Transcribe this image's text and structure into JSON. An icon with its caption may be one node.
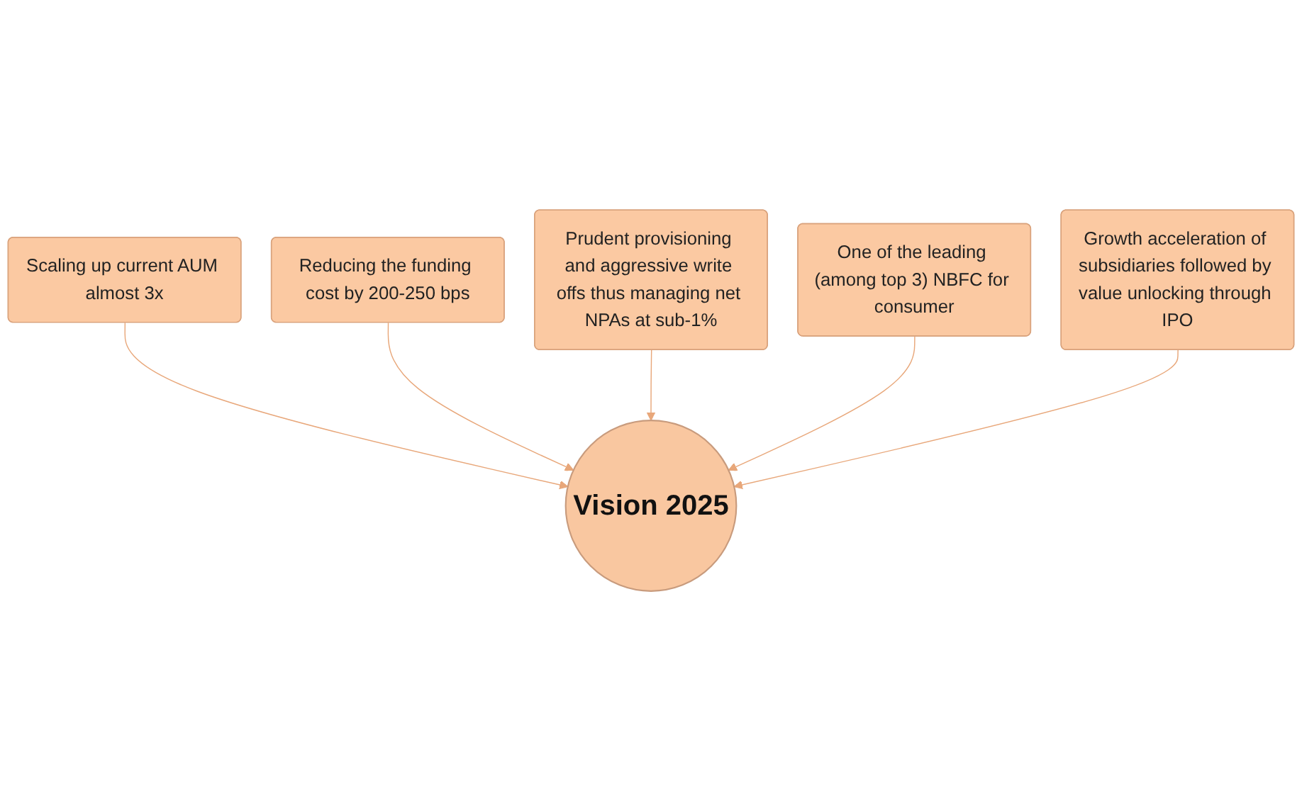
{
  "diagram": {
    "nodes": [
      {
        "text": [
          "Reducing the funding cost by 200-250 bps"
        ]
      },
      {
        "text": [
          "Scaling up current AUM almost 3x"
        ]
      },
      {
        "text": [
          "Prudent provisioning and aggressive write offs thus managing net NPAs at sub-1%"
        ]
      },
      {
        "text": [
          "One of the leading (among top 3) NBFC for consumer"
        ]
      },
      {
        "text": [
          "Vision 2025"
        ]
      },
      {
        "text": [
          "Growth acceleration of subsidiaries followed by value unlocking through IPO"
        ]
      }
    ],
    "edges": [
      {
        "from": 1,
        "to": 4,
        "arrow": "to"
      },
      {
        "from": 0,
        "to": 4,
        "arrow": "to"
      },
      {
        "from": 2,
        "to": 4,
        "arrow": "to"
      },
      {
        "from": 3,
        "to": 4,
        "arrow": "to"
      },
      {
        "from": 5,
        "to": 4,
        "arrow": "to"
      }
    ]
  }
}
